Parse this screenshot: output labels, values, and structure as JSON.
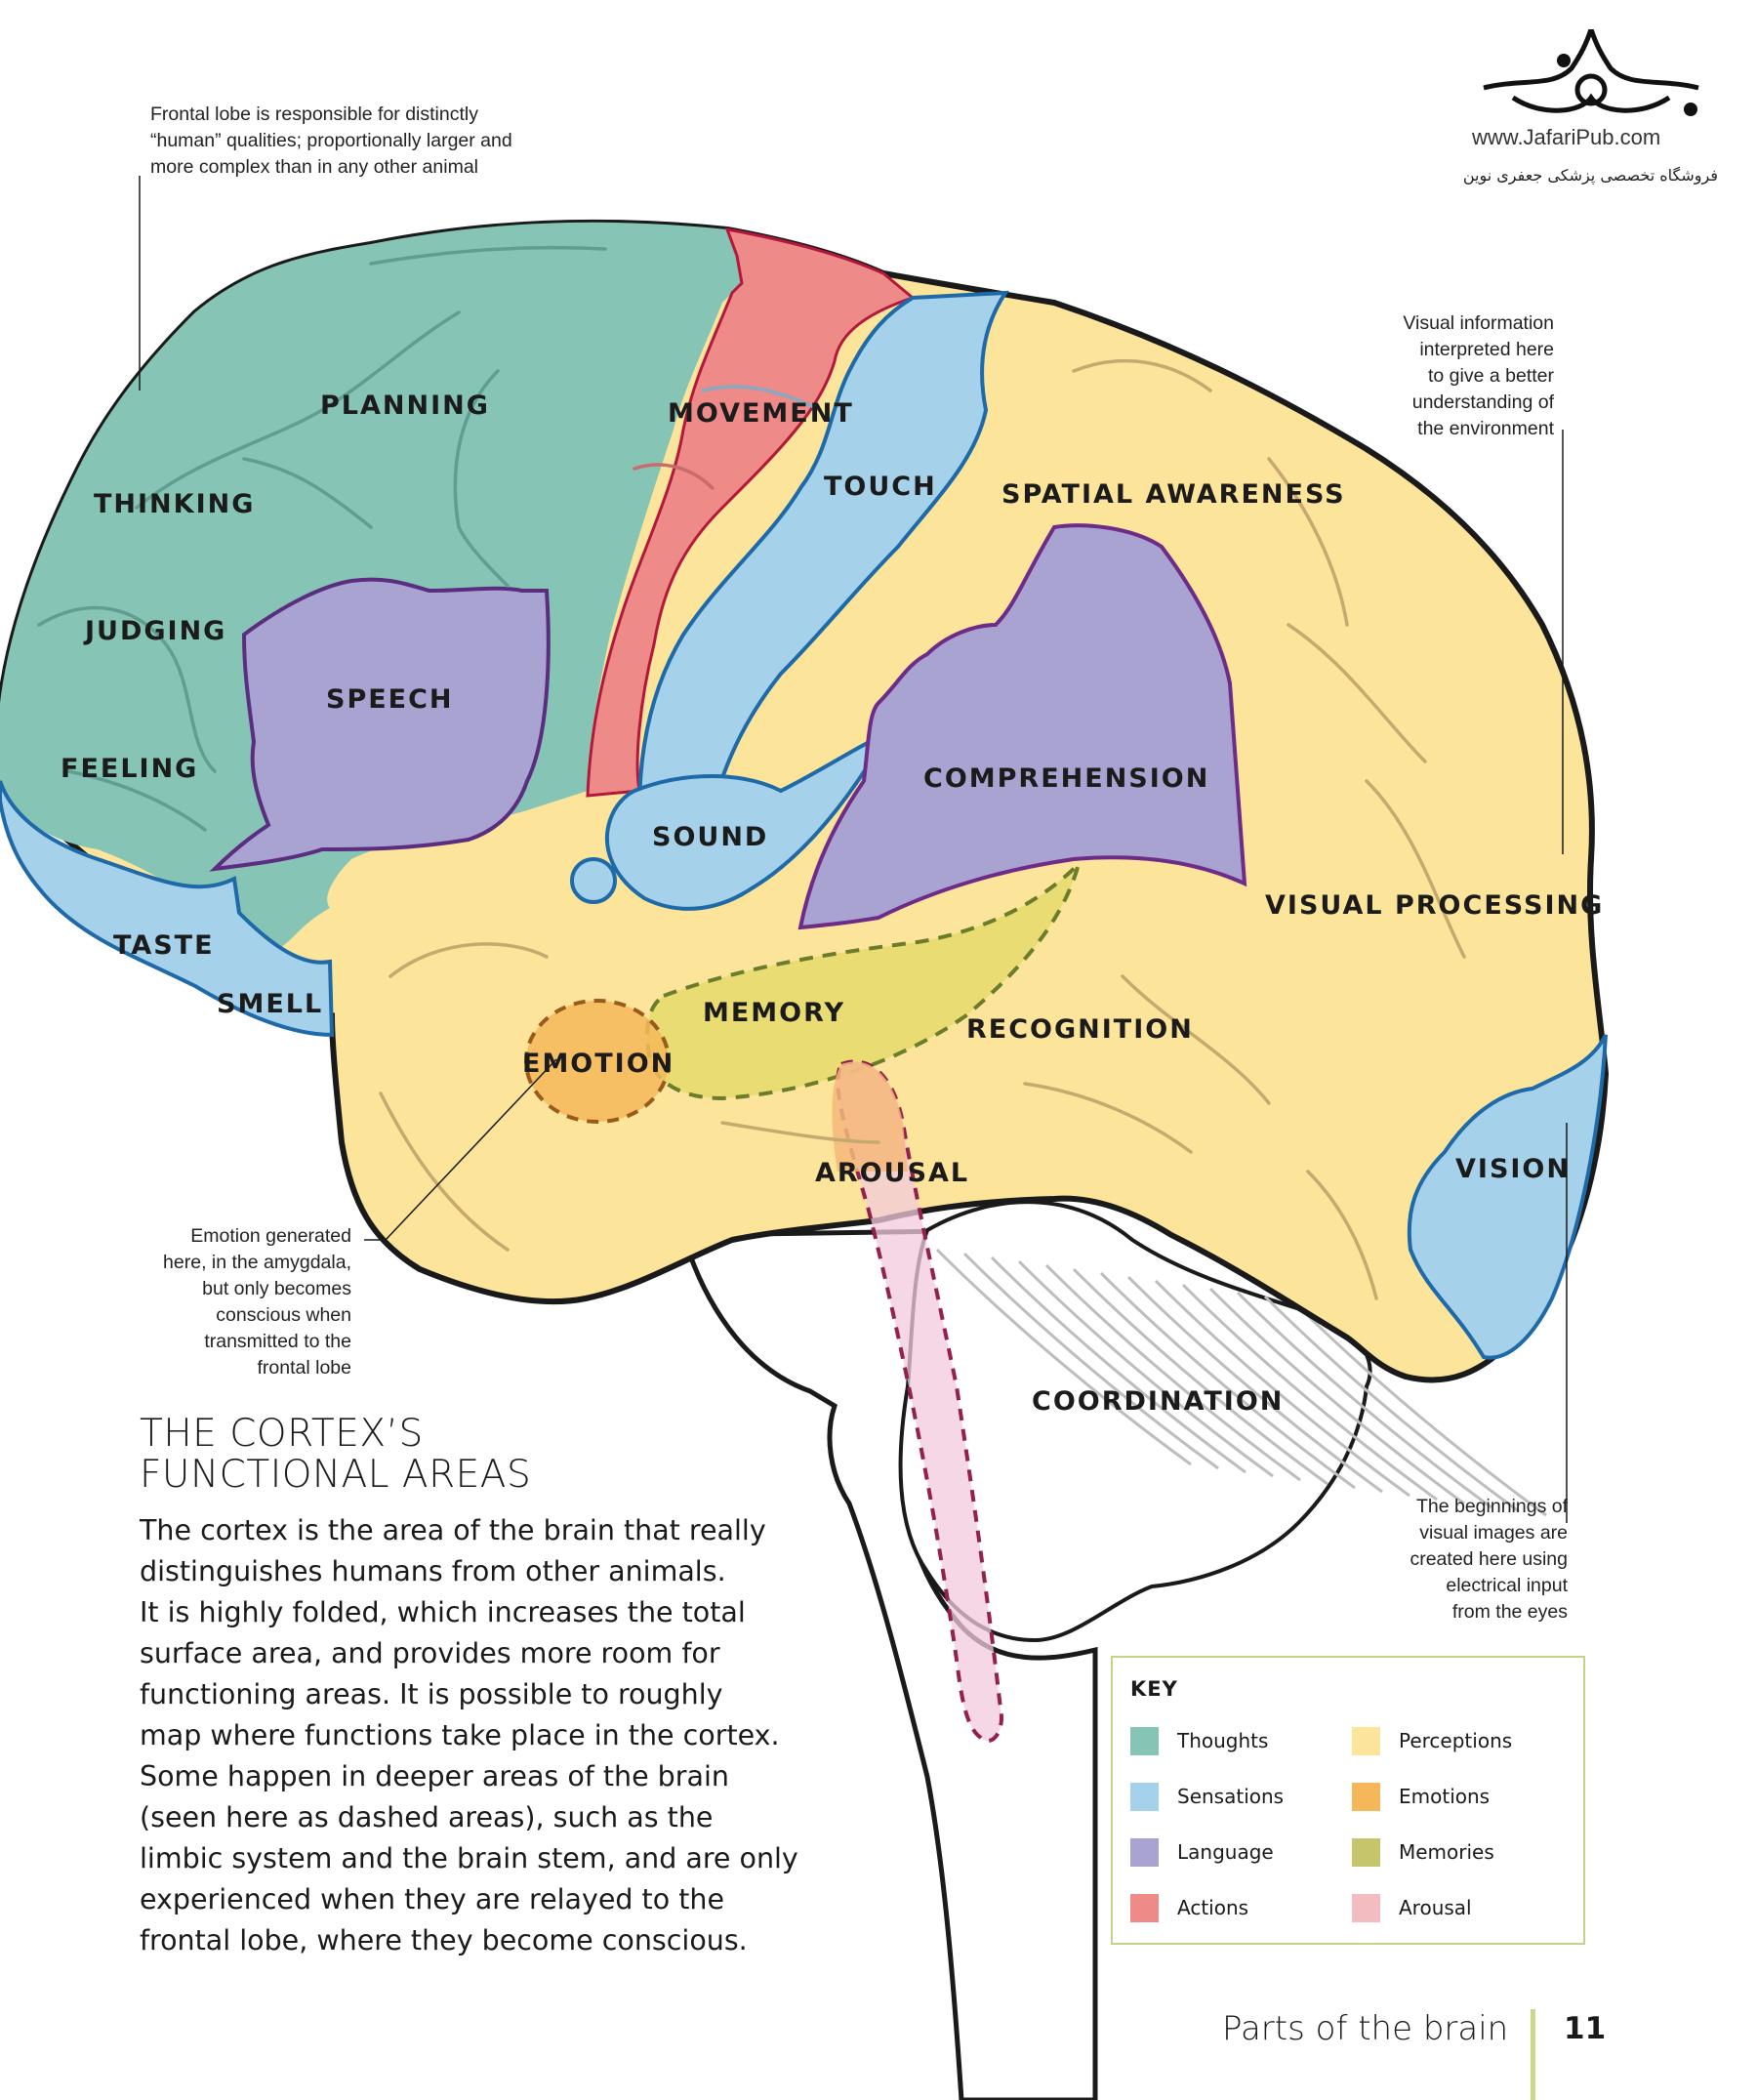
{
  "logo": {
    "url": "www.JafariPub.com",
    "tagline": "فروشگاه تخصصی پزشکی جعفری نوین"
  },
  "colors": {
    "thoughts": "#86c4b5",
    "sensations": "#a6d1ea",
    "language": "#a8a3d1",
    "actions": "#ee8a87",
    "perceptions": "#fce59a",
    "emotions": "#f4b85a",
    "memories": "#c6c56c",
    "arousal": "#f3bcc0",
    "outline": "#1a1a1a",
    "key_border": "#c5d38a",
    "footer_bar": "#c9d88a"
  },
  "annotations": {
    "frontal": [
      "Frontal lobe is responsible for distinctly",
      "“human” qualities; proportionally larger and",
      "more complex than in any other animal"
    ],
    "visual_info": [
      "Visual information",
      "interpreted here",
      "to give a better",
      "understanding of",
      "the environment"
    ],
    "emotion": [
      "Emotion generated",
      "here, in the amygdala,",
      "but only becomes",
      "conscious when",
      "transmitted to the",
      "frontal lobe"
    ],
    "vision": [
      "The beginnings of",
      "visual images are",
      "created here using",
      "electrical input",
      "from the eyes"
    ]
  },
  "regions": {
    "planning": "PLANNING",
    "thinking": "THINKING",
    "judging": "JUDGING",
    "feeling": "FEELING",
    "speech": "SPEECH",
    "taste": "TASTE",
    "smell": "SMELL",
    "movement": "MOVEMENT",
    "touch": "TOUCH",
    "spatial_awareness": "SPATIAL AWARENESS",
    "comprehension": "COMPREHENSION",
    "sound": "SOUND",
    "visual_processing": "VISUAL PROCESSING",
    "memory": "MEMORY",
    "emotion": "EMOTION",
    "recognition": "RECOGNITION",
    "arousal": "AROUSAL",
    "vision": "VISION",
    "coordination": "COORDINATION"
  },
  "article": {
    "title_lines": [
      "THE CORTEX’S",
      "FUNCTIONAL AREAS"
    ],
    "body_lines": [
      "The cortex is the area of the brain that really",
      "distinguishes humans from other animals.",
      "It is highly folded, which increases the total",
      "surface area, and provides more room for",
      "functioning areas. It is possible to roughly",
      "map where functions take place in the cortex.",
      "Some happen in deeper areas of the brain",
      "(seen here as dashed areas), such as the",
      "limbic system and the brain stem, and are only",
      "experienced when they are relayed to the",
      "frontal lobe, where they become conscious."
    ]
  },
  "key": {
    "title": "KEY",
    "items": [
      {
        "label": "Thoughts",
        "color": "#86c4b5"
      },
      {
        "label": "Sensations",
        "color": "#a6d1ea"
      },
      {
        "label": "Language",
        "color": "#a8a3d1"
      },
      {
        "label": "Actions",
        "color": "#ee8a87"
      },
      {
        "label": "Perceptions",
        "color": "#fce59a"
      },
      {
        "label": "Emotions",
        "color": "#f4b85a"
      },
      {
        "label": "Memories",
        "color": "#c6c56c"
      },
      {
        "label": "Arousal",
        "color": "#f3bcc0"
      }
    ]
  },
  "footer": {
    "section": "Parts of the brain",
    "page_number": "11"
  }
}
